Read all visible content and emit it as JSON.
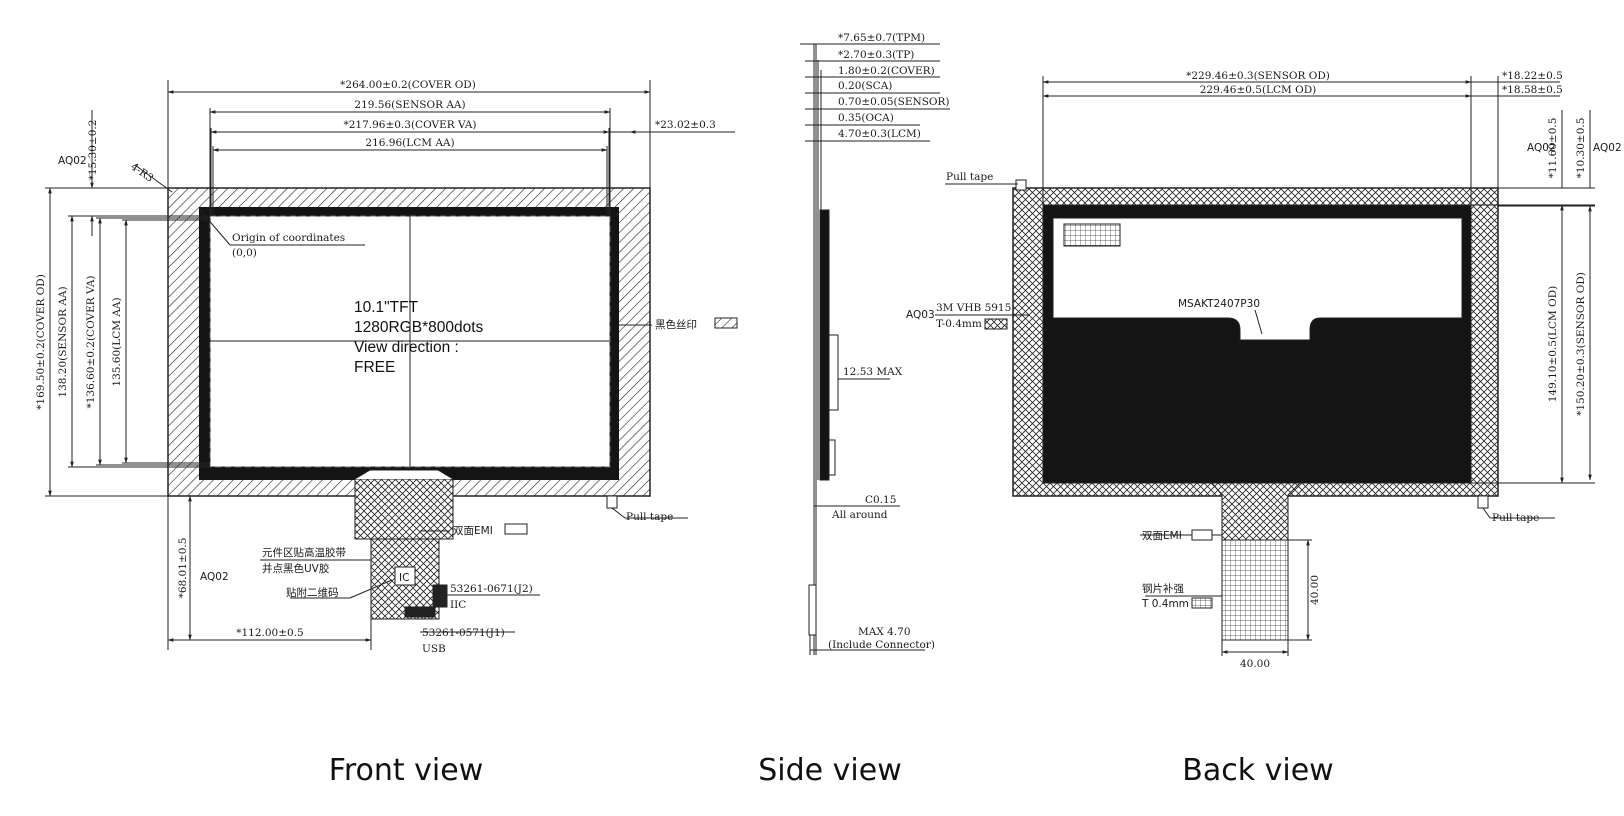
{
  "front": {
    "caption": "Front view",
    "cover_od_w": "*264.00±0.2(COVER OD)",
    "sensor_aa_w": "219.56(SENSOR AA)",
    "cover_va_w": "*217.96±0.3(COVER VA)",
    "lcm_aa_w": "216.96(LCM AA)",
    "offset_right": "*23.02±0.3",
    "offset_top": "*15.30±0.2",
    "aq02_a": "AQ02",
    "corner_r": "4-R3",
    "cover_od_h": "*169.50±0.2(COVER OD)",
    "sensor_aa_h": "138.20(SENSOR AA)",
    "cover_va_h": "*136.60±0.2(COVER VA)",
    "lcm_aa_h": "135.60(LCM AA)",
    "origin_label": "Origin of coordinates",
    "origin_value": "(0,0)",
    "panel_lines": [
      "10.1\"TFT",
      "1280RGB*800dots",
      "View direction :",
      "FREE"
    ],
    "black_print": "黑色丝印",
    "pull_tape": "Pull tape",
    "emi": "双面EMI",
    "tape_note_1": "元件区贴高温胶带",
    "tape_note_2": "并点黑色UV胶",
    "ic": "IC",
    "qr_note": "贴附二维码",
    "conn_j2": "53261-0671(J2)",
    "iic": "IIC",
    "conn_j1": "53261-0571(J1)",
    "usb": "USB",
    "fpc_len": "*68.01±0.5",
    "aq02_b": "AQ02",
    "fpc_offset": "*112.00±0.5"
  },
  "side": {
    "caption": "Side view",
    "layers": [
      "*7.65±0.7(TPM)",
      "*2.70±0.3(TP)",
      "1.80±0.2(COVER)",
      "0.20(SCA)",
      "0.70±0.05(SENSOR)",
      "0.35(OCA)",
      "4.70±0.3(LCM)"
    ],
    "max_thick": "12.53 MAX",
    "chamfer": "C0.15",
    "all_around": "All around",
    "max_conn": "MAX 4.70",
    "include_conn": "(Include Connector)"
  },
  "back": {
    "caption": "Back view",
    "sensor_od_w": "*229.46±0.3(SENSOR OD)",
    "lcm_od_w": "229.46±0.5(LCM OD)",
    "off_a": "*18.22±0.5",
    "off_b": "*18.58±0.5",
    "pull_tape_top": "Pull tape",
    "aq02": "AQ02",
    "off_c": "*11.60±0.5",
    "off_d": "*10.30±0.5",
    "aq02_r": "AQ02",
    "lcm_od_h": "149.10±0.5(LCM OD)",
    "sensor_od_h": "*150.20±0.3(SENSOR OD)",
    "vhb": "3M VHB 5915",
    "aq03": "AQ03",
    "vhb_t": "T-0.4mm",
    "model": "MSAKT2407P30",
    "pull_tape_bottom": "Pull tape",
    "emi": "双面EMI",
    "steel": "钢片补强",
    "steel_t": "T 0.4mm",
    "stiff_h": "40.00",
    "stiff_w": "40.00"
  }
}
